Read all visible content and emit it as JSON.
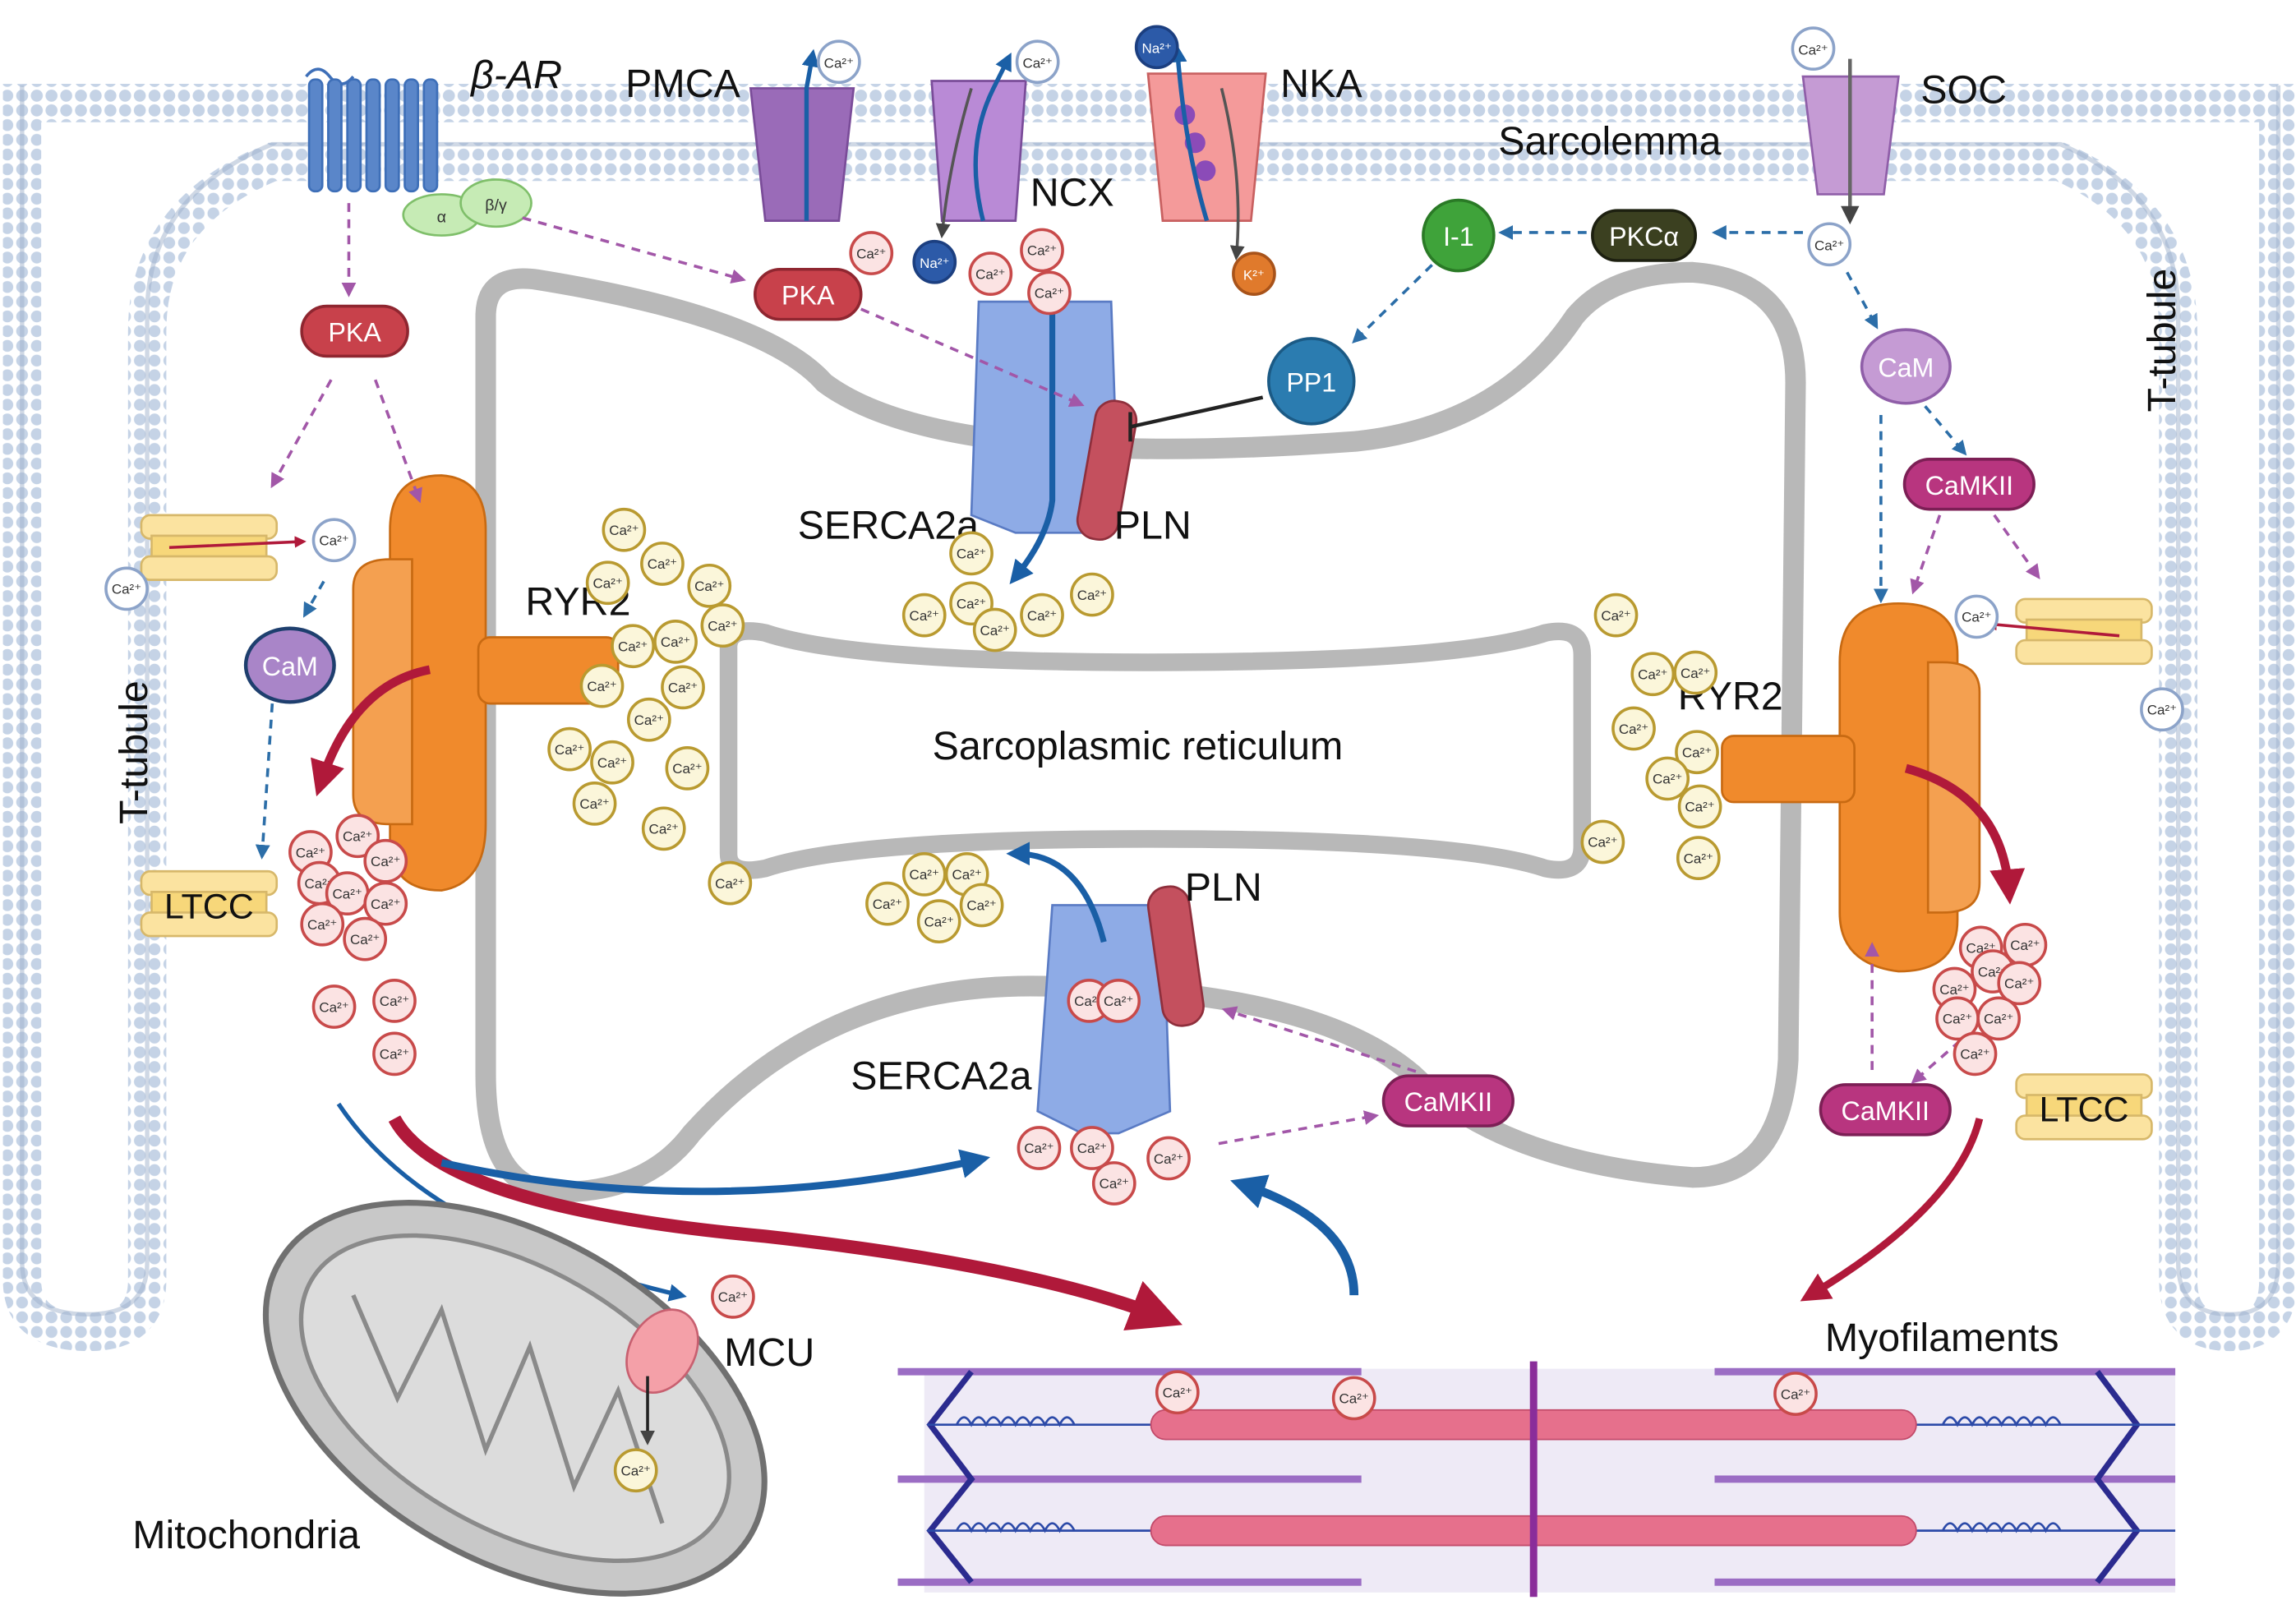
{
  "labels": {
    "beta_ar": "β-AR",
    "pmca": "PMCA",
    "nka": "NKA",
    "soc": "SOC",
    "sarcolemma": "Sarcolemma",
    "ncx": "NCX",
    "t_tubule": "T-tubule",
    "ryr2": "RYR2",
    "serca2a": "SERCA2a",
    "pln": "PLN",
    "sr": "Sarcoplasmic reticulum",
    "mcu": "MCU",
    "mitochondria": "Mitochondria",
    "myofilaments": "Myofilaments",
    "ltcc": "LTCC",
    "alpha": "α",
    "beta_gamma": "β/γ"
  },
  "signals": {
    "pka": "PKA",
    "pkc": "PKCα",
    "i1": "I-1",
    "pp1": "PP1",
    "cam": "CaM",
    "camkii": "CaMKII"
  },
  "ions": {
    "ca": "Ca²⁺",
    "na": "Na²⁺",
    "k": "K²⁺"
  },
  "colors": {
    "membrane": "#b7c7dd",
    "sr_wall": "#b8b8b8",
    "ryr": "#f08a2c",
    "serca": "#7d9fe0",
    "pln": "#c4505e",
    "pka": "#c8414b",
    "camkii": "#b8357f",
    "cam": "#a985c8",
    "pp1": "#2b7cb0",
    "i1": "#3fa33a",
    "pkc": "#3b4020",
    "ca_cyto": "#c84a4a",
    "ca_sr": "#b99a30",
    "blue_arrow": "#1a5fa6",
    "red_arrow": "#b0193a",
    "purple_dash": "#a257a8"
  }
}
